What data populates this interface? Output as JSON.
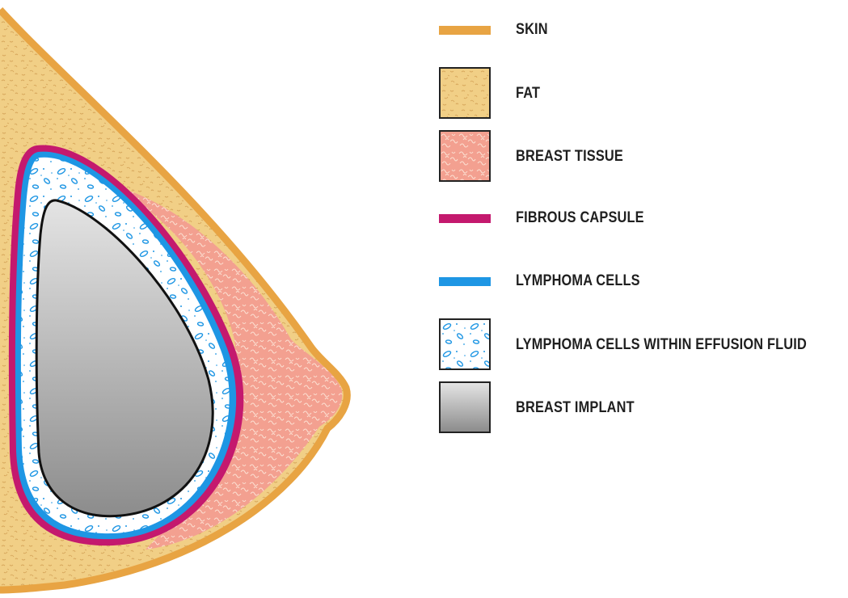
{
  "legend": {
    "items": [
      {
        "key": "skin",
        "label": "SKIN",
        "swatch": "line",
        "color": "#E8A443"
      },
      {
        "key": "fat",
        "label": "FAT",
        "swatch": "box",
        "color": "#F1CF86",
        "texture": "#D9A95A"
      },
      {
        "key": "breast_tissue",
        "label": "BREAST TISSUE",
        "swatch": "box",
        "color": "#F3A090",
        "texture": "#FCE2D6"
      },
      {
        "key": "fibrous_capsule",
        "label": "FIBROUS CAPSULE",
        "swatch": "line",
        "color": "#C4196E"
      },
      {
        "key": "lymphoma_cells",
        "label": "LYMPHOMA CELLS",
        "swatch": "line",
        "color": "#1E96E4"
      },
      {
        "key": "effusion",
        "label": "LYMPHOMA CELLS WITHIN EFFUSION FLUID",
        "swatch": "box",
        "color": "#FFFFFF",
        "texture": "#1E96E4"
      },
      {
        "key": "implant",
        "label": "BREAST IMPLANT",
        "swatch": "box",
        "color": "#9A9A9A"
      }
    ]
  }
}
